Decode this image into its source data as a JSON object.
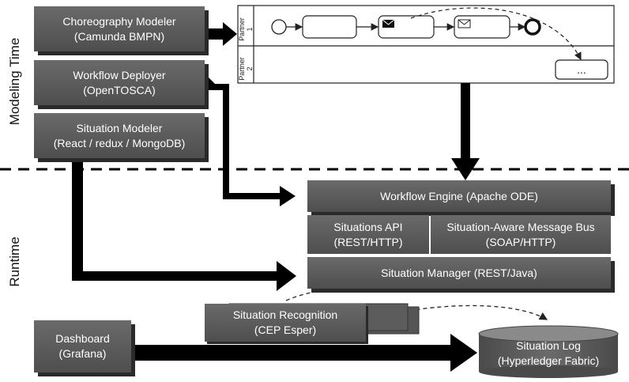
{
  "side_labels": {
    "modeling_time": "Modeling Time",
    "runtime": "Runtime"
  },
  "modeling": {
    "choreography": {
      "line1": "Choreography Modeler",
      "line2": "(Camunda BMPN)"
    },
    "deployer": {
      "line1": "Workflow Deployer",
      "line2": "(OpenTOSCA)"
    },
    "situation_modeler": {
      "line1": "Situation Modeler",
      "line2": "(React / redux / MongoDB)"
    }
  },
  "choreography_diagram": {
    "partner1": {
      "line1": "Partner",
      "line2": "1"
    },
    "partner2": {
      "line1": "Partner",
      "line2": "2"
    },
    "ellipsis": "..."
  },
  "runtime": {
    "engine": "Workflow Engine (Apache ODE)",
    "situations_api": {
      "line1": "Situations API",
      "line2": "(REST/HTTP)"
    },
    "message_bus": {
      "line1": "Situation-Aware Message Bus",
      "line2": "(SOAP/HTTP)"
    },
    "manager": "Situation Manager (REST/Java)",
    "recognition": {
      "line1": "Situation Recognition",
      "line2": "(CEP Esper)"
    },
    "dashboard": {
      "line1": "Dashboard",
      "line2": "(Grafana)"
    },
    "log": {
      "line1": "Situation Log",
      "line2": "(Hyperledger Fabric)"
    }
  },
  "colors": {
    "box_top": "#6a6a6a",
    "box_bottom": "#4e4e4e",
    "arrow": "#000000"
  }
}
